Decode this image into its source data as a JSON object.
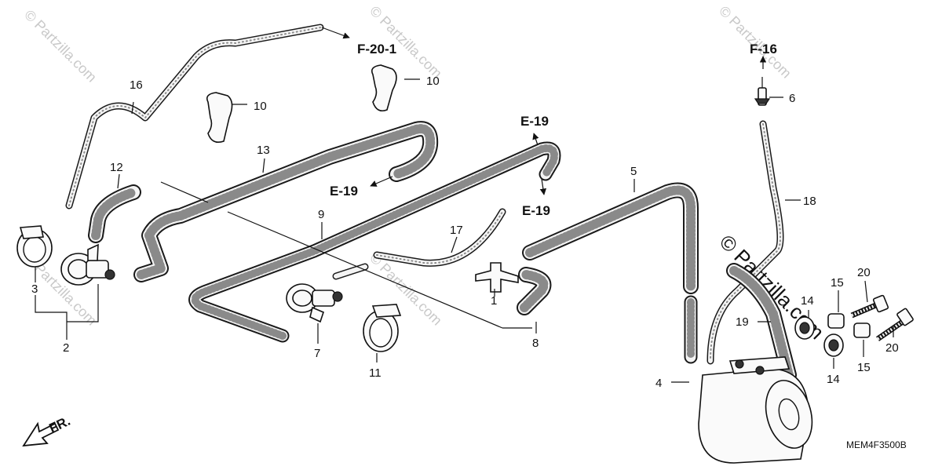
{
  "diagram": {
    "code": "MEM4F3500B",
    "direction_label": "FR.",
    "watermark": "© Partzilla.com",
    "references": [
      "F-20-1",
      "F-16",
      "E-19",
      "E-19",
      "E-19"
    ],
    "labels": {
      "p1": "1",
      "p2": "2",
      "p3": "3",
      "p4": "4",
      "p5": "5",
      "p6": "6",
      "p7": "7",
      "p8": "8",
      "p9": "9",
      "p10a": "10",
      "p10b": "10",
      "p11": "11",
      "p12": "12",
      "p13": "13",
      "p14a": "14",
      "p14b": "14",
      "p15a": "15",
      "p15b": "15",
      "p16": "16",
      "p17": "17",
      "p18": "18",
      "p19": "19",
      "p20a": "20",
      "p20b": "20"
    }
  }
}
